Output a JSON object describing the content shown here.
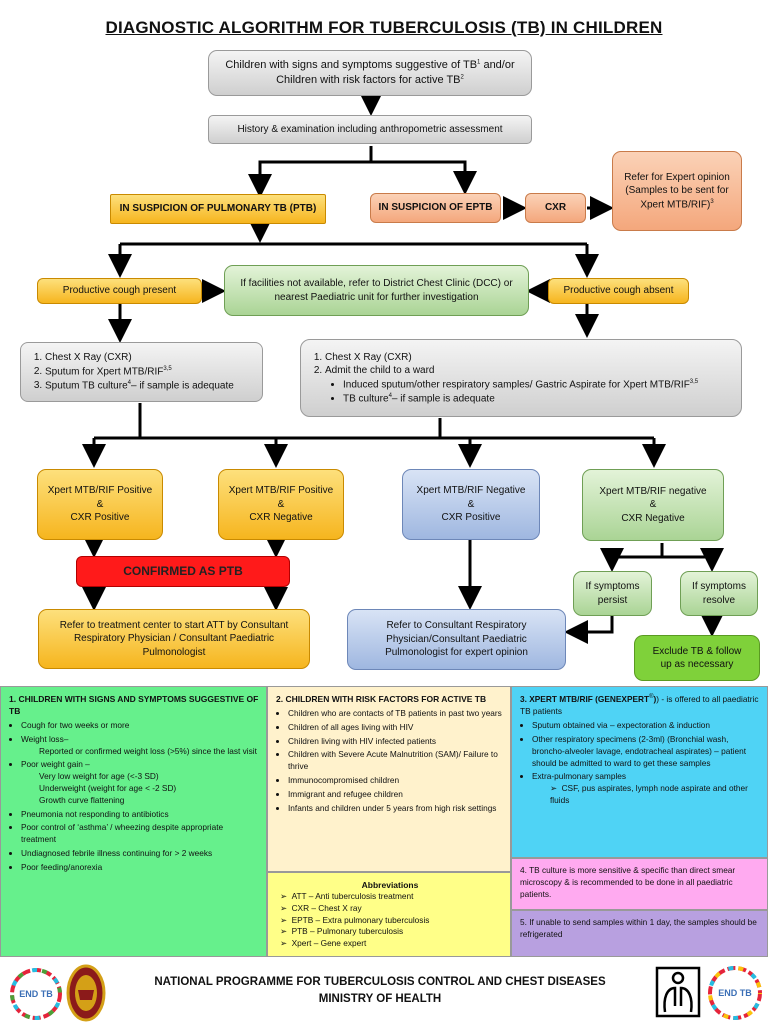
{
  "title": "DIAGNOSTIC ALGORITHM FOR TUBERCULOSIS (TB) IN CHILDREN",
  "nodes": {
    "start_line1": "Children with signs and symptoms suggestive of TB",
    "start_sup1": "1",
    "start_line1b": " and/or",
    "start_line2": "Children with risk factors for active TB",
    "start_sup2": "2",
    "history": "History & examination including anthropometric assessment",
    "ptb": "IN SUSPICION OF PULMONARY TB (PTB)",
    "eptb": "IN SUSPICION OF EPTB",
    "cxr": "CXR",
    "expert_line1": "Refer for Expert opinion",
    "expert_line2": "(Samples to be sent for Xpert MTB/RIF)",
    "expert_sup": "3",
    "cough_present": "Productive cough present",
    "cough_absent": "Productive cough absent",
    "dcc": "If facilities not available, refer to District Chest Clinic (DCC) or nearest Paediatric unit for further investigation",
    "tests_left": {
      "item1": "Chest X Ray (CXR)",
      "item2": "Sputum for Xpert MTB/RIF",
      "item2_sup": "3,5",
      "item3": "Sputum TB culture",
      "item3_sup": "4",
      "item3_tail": "– if sample is adequate"
    },
    "tests_right": {
      "item1": "Chest X Ray (CXR)",
      "item2": "Admit the child to a ward",
      "sub1": "Induced sputum/other respiratory samples/ Gastric Aspirate for Xpert MTB/RIF",
      "sub1_sup": "3,5",
      "sub2": "TB culture",
      "sub2_sup": "4",
      "sub2_tail": "– if sample is adequate"
    },
    "x1": {
      "l1": "Xpert MTB/RIF Positive",
      "l2": "&",
      "l3": "CXR Positive"
    },
    "x2": {
      "l1": "Xpert MTB/RIF Positive",
      "l2": "&",
      "l3": "CXR Negative"
    },
    "x3": {
      "l1": "Xpert MTB/RIF Negative",
      "l2": "&",
      "l3": "CXR Positive"
    },
    "x4": {
      "l1": "Xpert MTB/RIF negative",
      "l2": "&",
      "l3": "CXR Negative"
    },
    "confirmed": "CONFIRMED AS PTB",
    "treatment": "Refer to treatment center to start ATT by Consultant Respiratory Physician / Consultant Paediatric Pulmonologist",
    "consultant": "Refer to Consultant Respiratory Physician/Consultant Paediatric Pulmonologist for expert opinion",
    "persist": {
      "l1": "If symptoms",
      "l2": "persist"
    },
    "resolve": {
      "l1": "If symptoms",
      "l2": "resolve"
    },
    "exclude": "Exclude TB & follow up as necessary"
  },
  "panels": {
    "p1": {
      "title": "1.  CHILDREN WITH SIGNS AND SYMPTOMS SUGGESTIVE OF TB",
      "b1": "Cough for two weeks or more",
      "b2": "Weight loss–",
      "b2a": "Reported or confirmed weight loss (>5%) since the last visit",
      "b3": "Poor weight gain –",
      "b3a": "Very low weight for age (<-3 SD)",
      "b3b": "Underweight (weight for age < -2 SD)",
      "b3c": "Growth curve flattening",
      "b4": "Pneumonia not responding to antibiotics",
      "b5": "Poor control of ‘asthma’ / wheezing despite appropriate treatment",
      "b6": "Undiagnosed febrile illness continuing for > 2 weeks",
      "b7": "Poor feeding/anorexia"
    },
    "p2": {
      "title": "2.  CHILDREN WITH RISK FACTORS FOR ACTIVE TB",
      "b1": "Children who are contacts of TB patients in past two years",
      "b2": "Children of all ages living with HIV",
      "b3": "Children living with HIV infected patients",
      "b4": "Children with Severe Acute Malnutrition (SAM)/ Failure to thrive",
      "b5": "Immunocompromised children",
      "b6": "Immigrant and refugee children",
      "b7": "Infants and children under 5 years from high risk settings"
    },
    "abbr": {
      "title": "Abbreviations",
      "a1": "ATT – Anti tuberculosis treatment",
      "a2": "CXR – Chest X ray",
      "a3": "EPTB – Extra pulmonary tuberculosis",
      "a4": "PTB – Pulmonary tuberculosis",
      "a5": "Xpert – Gene expert"
    },
    "p3": {
      "title": "3.  XPERT MTB/RIF (GENEXPERT",
      "title_sup": "®",
      "title_tail": ") - is offered to all paediatric TB patients",
      "b1": "Sputum obtained via – expectoration & induction",
      "b2": "Other respiratory specimens (2-3ml) (Bronchial wash, broncho-alveoler lavage, endotracheal aspirates) – patient should be admitted to ward to get these samples",
      "b3": "Extra-pulmonary samples",
      "b3a": "CSF, pus aspirates, lymph node aspirate and other fluids"
    },
    "p4": {
      "text": "4.   TB culture is more sensitive & specific than direct smear microscopy & is recommended to be done in all paediatric patients."
    },
    "p5": {
      "text": "5.   If unable to send samples within 1 day, the samples should be refrigerated"
    }
  },
  "footer": {
    "line1": "NATIONAL PROGRAMME FOR TUBERCULOSIS CONTROL AND CHEST DISEASES",
    "line2": "MINISTRY OF HEALTH",
    "logo_text": "END TB"
  },
  "colors": {
    "panel_green": "#66f08c",
    "panel_cream": "#fff2cc",
    "panel_yellow": "#ffff88",
    "panel_cyan": "#4fd3f5",
    "panel_pink": "#ffaaf0",
    "panel_purple": "#b8a0e0"
  }
}
